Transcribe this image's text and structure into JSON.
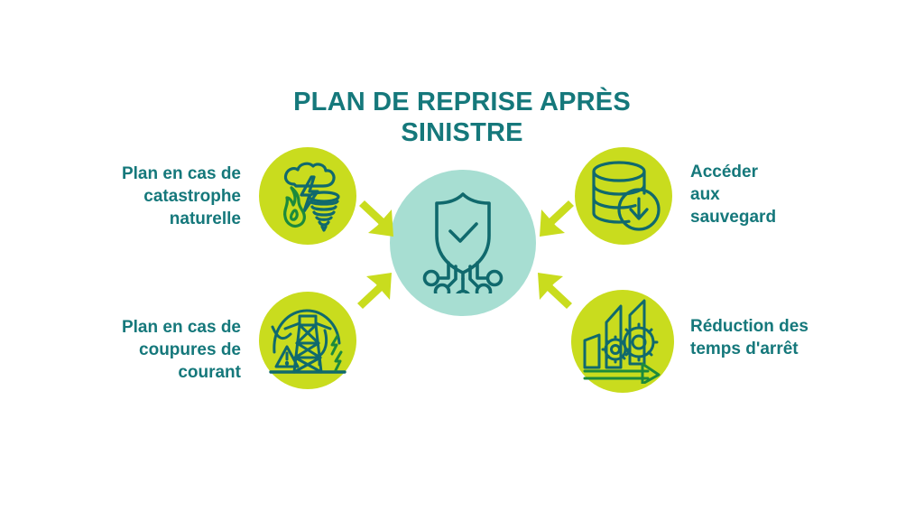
{
  "graphic": {
    "title": "Plan de reprise après\nsinistre",
    "background_color": "#ffffff"
  },
  "colors": {
    "teal": "#15787b",
    "teal_dark": "#0f6b6e",
    "lime": "#c9dc1e",
    "mint": "#a7ded2",
    "arrow": "#c9dc1e",
    "icon_stroke": "#10696d",
    "icon_stroke_green": "#1c8a3c"
  },
  "center": {
    "icon_name": "shield-check-circuit-icon",
    "background_color": "#a7ded2"
  },
  "nodes": [
    {
      "id": "disaster",
      "label": "Plan en cas de\ncatastrophe\nnaturelle",
      "icon_name": "storm-fire-tornado-icon",
      "side": "left",
      "row": "top",
      "bubble_color": "#c9dc1e",
      "arrow_name": "arrow-down-right-icon"
    },
    {
      "id": "power",
      "label": "Plan en cas de\ncoupures de\ncourant",
      "icon_name": "power-pylon-warning-icon",
      "side": "left",
      "row": "bottom",
      "bubble_color": "#c9dc1e",
      "arrow_name": "arrow-up-right-icon"
    },
    {
      "id": "backup",
      "label": "Accéder\naux\nsauvegard",
      "icon_name": "database-download-icon",
      "side": "right",
      "row": "top",
      "bubble_color": "#c9dc1e",
      "arrow_name": "arrow-down-left-icon"
    },
    {
      "id": "downtime",
      "label": "Réduction des\ntemps d'arrêt",
      "icon_name": "growth-gears-arrow-icon",
      "side": "right",
      "row": "bottom",
      "bubble_color": "#c9dc1e",
      "arrow_name": "arrow-up-left-icon"
    }
  ]
}
